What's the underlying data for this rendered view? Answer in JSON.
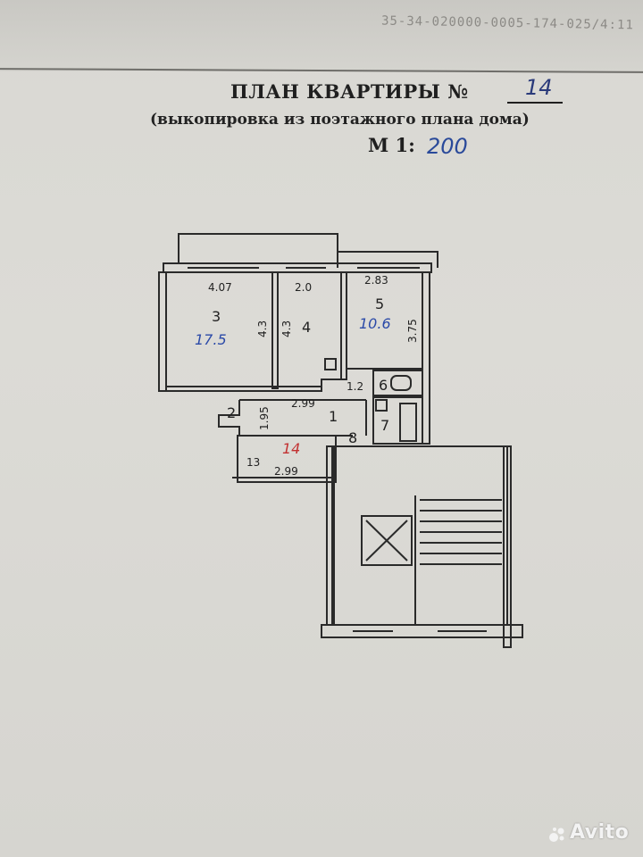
{
  "header": {
    "title": "ПЛАН КВАРТИРЫ №",
    "apartment_number": "14",
    "subtitle": "(выкопировка из поэтажного плана дома)",
    "scale_label": "М 1:",
    "scale_value": "200",
    "top_code": "35-34-020000-0005-174-025/4:11"
  },
  "rooms": {
    "r3": {
      "number": "3",
      "area": "17.5",
      "width": "4.07",
      "depth": "4.3"
    },
    "r4": {
      "number": "4",
      "width": "2.0",
      "depth": "4.3"
    },
    "r5": {
      "number": "5",
      "area": "10.6",
      "width": "2.83",
      "depth": "3.75"
    },
    "r6": {
      "number": "6",
      "width": "1.2"
    },
    "r7": {
      "number": "7"
    },
    "r1": {
      "number": "1",
      "width": "2.99",
      "depth": "1.95"
    },
    "r2": {
      "number": "2"
    },
    "r8": {
      "number": "8"
    },
    "r13": {
      "number": "13",
      "width": "2.99"
    },
    "apartment_mark": "14"
  },
  "colors": {
    "ink": "#2a2a2a",
    "blue_pen": "#2b4aa8",
    "red_pen": "#c23030"
  },
  "watermark": "Avito"
}
